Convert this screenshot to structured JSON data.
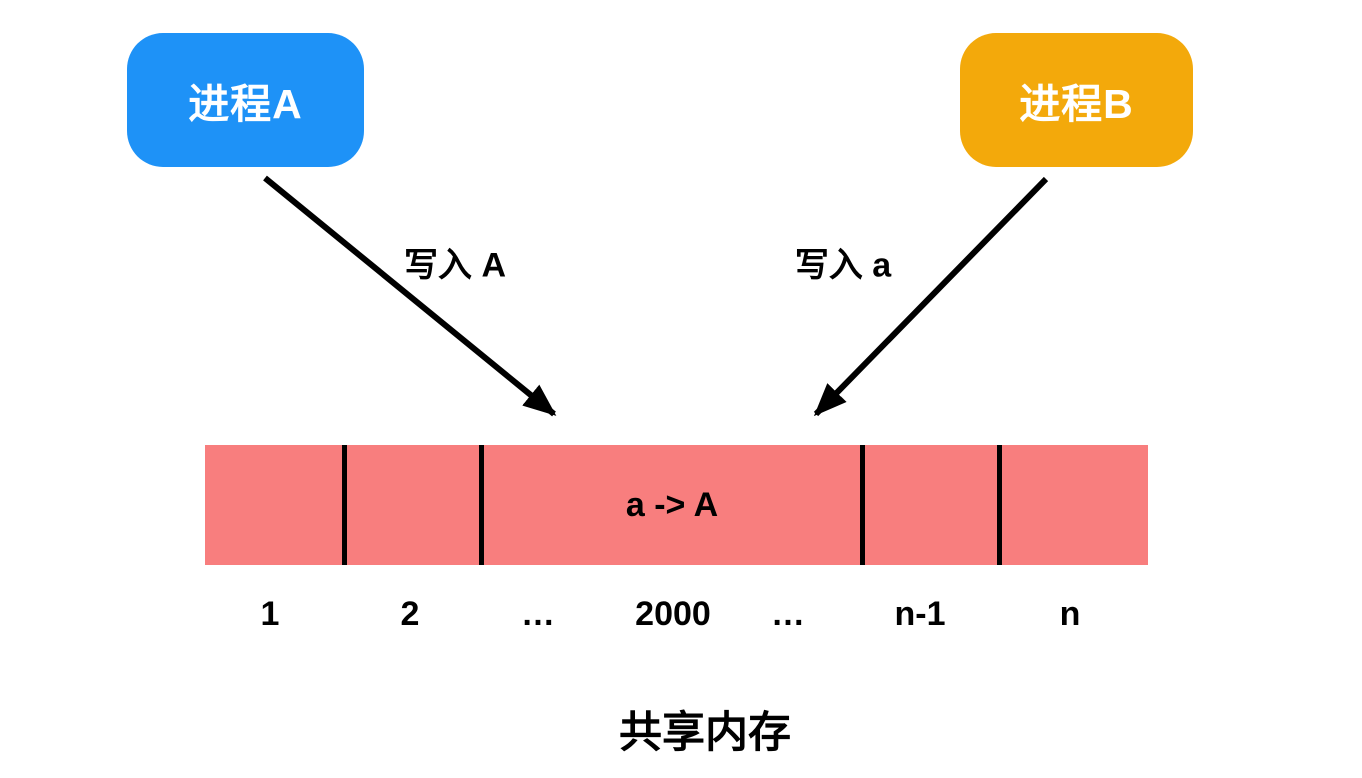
{
  "diagram": {
    "process_a": {
      "label": "进程A",
      "color": "#1E92F7",
      "text_color": "#FFFFFF"
    },
    "process_b": {
      "label": "进程B",
      "color": "#F3A90B",
      "text_color": "#FFFFFF"
    },
    "write_a_label": "写入 A",
    "write_b_label": "写入 a",
    "arrow_color": "#000000",
    "memory_bar": {
      "fill": "#F87E7E",
      "divider_color": "#000000",
      "value_text": "a -> A",
      "index_labels": [
        "1",
        "2",
        "…",
        "2000",
        "…",
        "n-1",
        "n"
      ],
      "caption": "共享内存"
    }
  }
}
